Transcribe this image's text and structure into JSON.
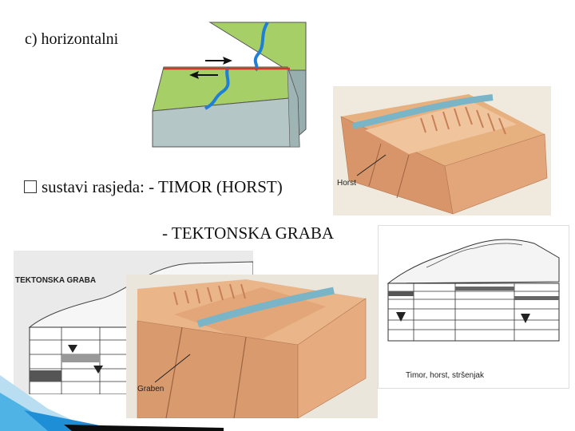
{
  "slide": {
    "title": "c) horizontalni",
    "bullet_icon": "checkbox-bullet-icon",
    "bullet_text": "sustavi rasjeda: - TIMOR (HORST)",
    "line2_text": "- TEKTONSKA GRABA"
  },
  "figures": {
    "horst_photo_label": "Horst",
    "graben_photo_label": "Graben",
    "graben_sketch_title": "TEKTONSKA GRABA",
    "horst_sketch_caption": "Timor, horst, stršenjak"
  },
  "colors": {
    "land_green": "#a6cf67",
    "block_side": "#b4c6c6",
    "river": "#1f7fd6",
    "fault": "#d8342b",
    "rock": "#e3a679",
    "water": "#7ab4c7",
    "accent_blue": "#1e8fd6"
  }
}
